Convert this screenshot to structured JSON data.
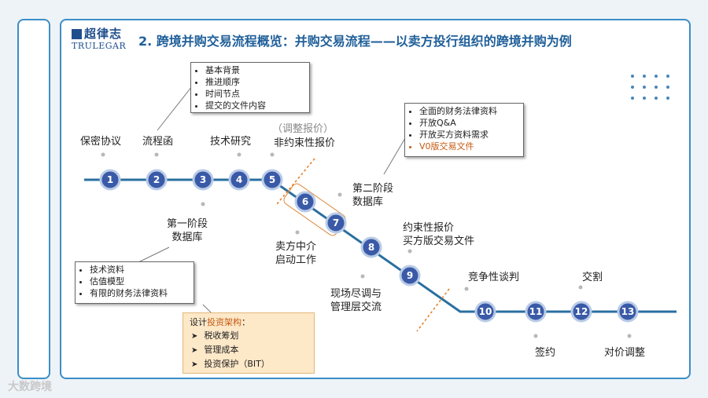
{
  "header": {
    "logo_cn": "超律志",
    "logo_en": "TRULEGAR",
    "title": "2. 跨境并购交易流程概览：并购交易流程——以卖方投行组织的跨境并购为例"
  },
  "colors": {
    "accent": "#3b8fc6",
    "line": "#2a6fa0",
    "node": "#3a5aa8",
    "highlight": "#c55a11",
    "note_fill": "#fde8c8"
  },
  "nodes": [
    "1",
    "2",
    "3",
    "4",
    "5",
    "6",
    "7",
    "8",
    "9",
    "10",
    "11",
    "12",
    "13"
  ],
  "labels": {
    "l1": "保密协议",
    "l2": "流程函",
    "l4": "技术研究",
    "l5_gray": "（调整报价）",
    "l5": "非约束性报价",
    "l3_line1": "第一阶段",
    "l3_line2": "数据库",
    "l7_line1": "第二阶段",
    "l7_line2": "数据库",
    "l6_line1": "卖方中介",
    "l6_line2": "启动工作",
    "l8_line1": "现场尽调与",
    "l8_line2": "管理层交流",
    "l9_line1": "约束性报价",
    "l9_line2": "买方版交易文件",
    "l10": "竞争性谈判",
    "l11": "签约",
    "l12": "交割",
    "l13": "对价调整"
  },
  "box_top": {
    "items": [
      "基本背景",
      "推进顺序",
      "时间节点",
      "提交的文件内容"
    ]
  },
  "box_right": {
    "items": [
      "全面的财务法律资料",
      "开放Q&A",
      "开放买方资料需求",
      "V0版交易文件"
    ]
  },
  "box_left": {
    "items": [
      "技术资料",
      "估值模型",
      "有限的财务法律资料"
    ]
  },
  "note": {
    "title_prefix": "设计",
    "title_highlight": "投资架构",
    "title_suffix": "：",
    "items": [
      "税收筹划",
      "管理成本",
      "投资保护（BIT）"
    ]
  },
  "watermark": "大数跨境"
}
